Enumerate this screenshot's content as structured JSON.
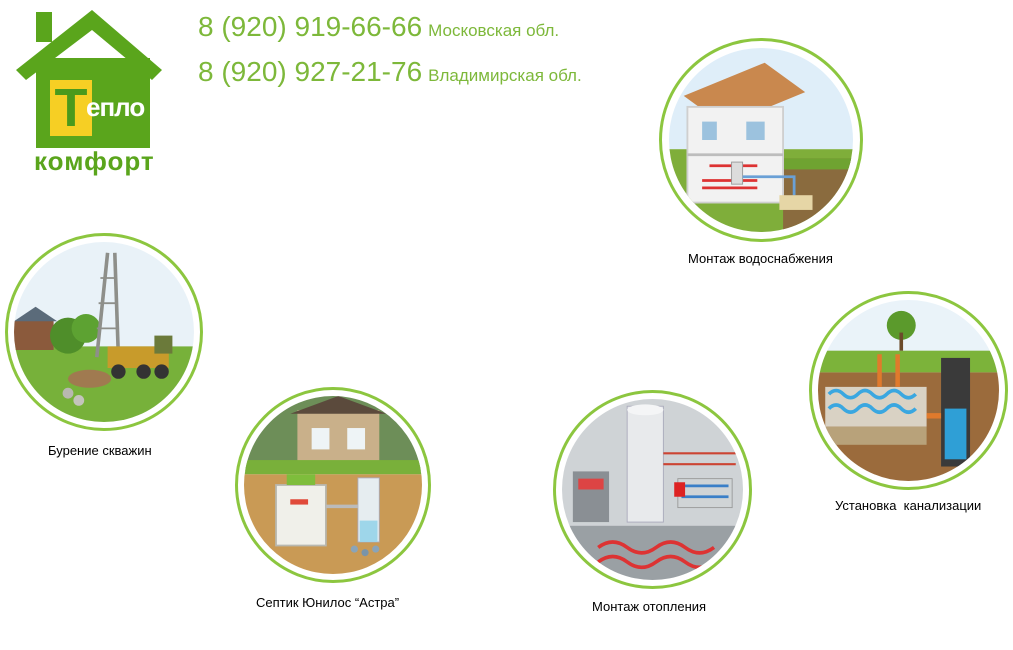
{
  "logo": {
    "letter": "Т",
    "word_top": "епло",
    "word_bottom": "комфорт"
  },
  "contacts": [
    {
      "phone": "8 (920) 919-66-66",
      "region": "Московская обл."
    },
    {
      "phone": "8 (920) 927-21-76",
      "region": "Владимирская обл."
    }
  ],
  "services": [
    {
      "label": "Монтаж водоснабжения"
    },
    {
      "label": "Бурение скважин"
    },
    {
      "label": "Установка  канализации"
    },
    {
      "label": "Септик Юнилос “Астра”"
    },
    {
      "label": "Монтаж отопления"
    }
  ],
  "colors": {
    "brand_green": "#8cc63f",
    "text_green": "#7db83a",
    "logo_yellow": "#f6cf24"
  }
}
